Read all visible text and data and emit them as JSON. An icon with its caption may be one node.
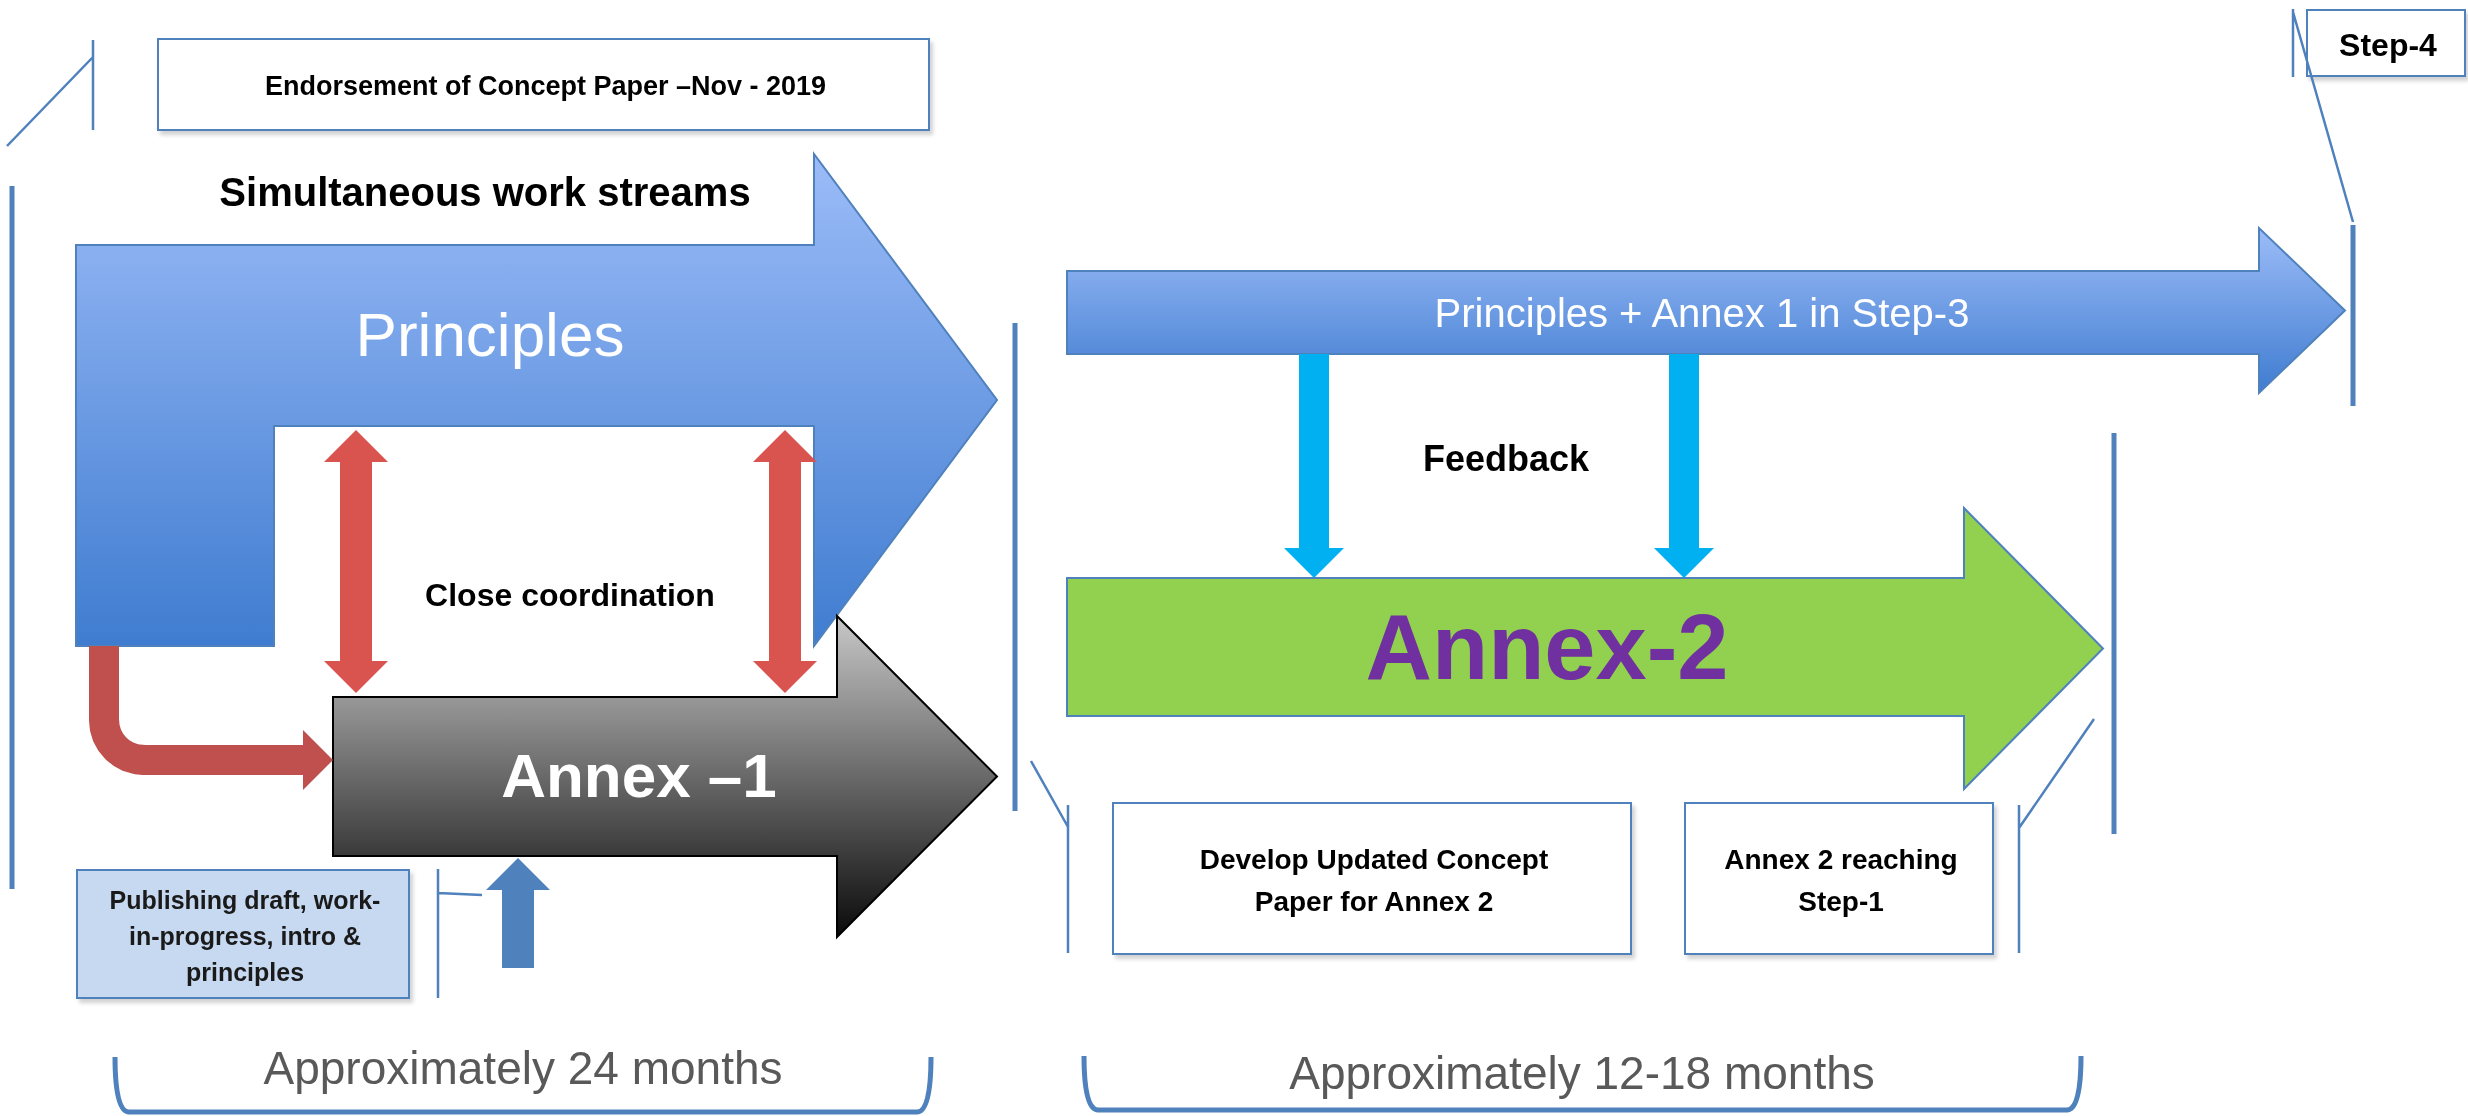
{
  "diagram": {
    "nodes": [
      {
        "text": [
          "Endorsement of Concept Paper –Nov - 2019"
        ]
      },
      {
        "text": [
          "Principles"
        ]
      },
      {
        "text": [
          "Annex –1"
        ]
      },
      {
        "text": [
          "Publishing draft, work-in-progress, intro & principles"
        ]
      },
      {
        "text": [
          "Principles + Annex 1 in Step-3"
        ]
      },
      {
        "text": [
          "Annex-2"
        ]
      },
      {
        "text": [
          "Develop Updated Concept Paper for Annex 2"
        ]
      },
      {
        "text": [
          "Annex 2 reaching Step-1"
        ]
      },
      {
        "text": [
          "Step-4"
        ]
      }
    ],
    "edges": [
      {
        "from": 1,
        "to": 2,
        "arrow": "to",
        "color": "#c0504d"
      },
      {
        "from": 1,
        "to": 2,
        "arrow": "both",
        "color": "#d9534f"
      },
      {
        "from": 1,
        "to": 2,
        "arrow": "both",
        "color": "#d9534f"
      },
      {
        "from": null,
        "to": 2,
        "arrow": "to"
      },
      {
        "from": 4,
        "to": 5,
        "arrow": "to",
        "color": "#00b0f0"
      },
      {
        "from": 4,
        "to": 5,
        "arrow": "to",
        "color": "#00b0f0"
      },
      {
        "from": 0,
        "to": null,
        "arrow": "none"
      },
      {
        "from": 3,
        "to": null,
        "arrow": "none"
      },
      {
        "from": 6,
        "to": null,
        "arrow": "none"
      },
      {
        "from": 7,
        "to": null,
        "arrow": "none"
      },
      {
        "from": 8,
        "to": null,
        "arrow": "none"
      }
    ],
    "labels": [
      "Simultaneous work streams",
      "Close coordination",
      "Feedback",
      "Approximately 24 months",
      "Approximately 12-18 months"
    ]
  }
}
